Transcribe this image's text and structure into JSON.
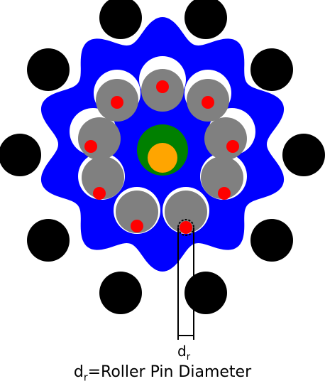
{
  "labels": {
    "dimension_symbol": "d",
    "dimension_subscript": "r",
    "caption_symbol": "d",
    "caption_subscript": "r",
    "caption_text": "=Roller Pin Diameter"
  },
  "colors": {
    "rollers": "#000000",
    "disc": "#0000ff",
    "holes": "#ffffff",
    "output_pins": "#808080",
    "contact_dots": "#ff0000",
    "eccentric_outer": "#008000",
    "eccentric_inner": "#ffa500",
    "dimension_lines": "#000000"
  },
  "icons": {
    "rollers": "outer-roller-pin-icon",
    "disc": "cycloidal-disc-icon",
    "holes": "disc-hole-icon",
    "output_pins": "output-pin-icon",
    "contact_dots": "contact-point-icon",
    "eccentric": "eccentric-bearing-icon"
  }
}
